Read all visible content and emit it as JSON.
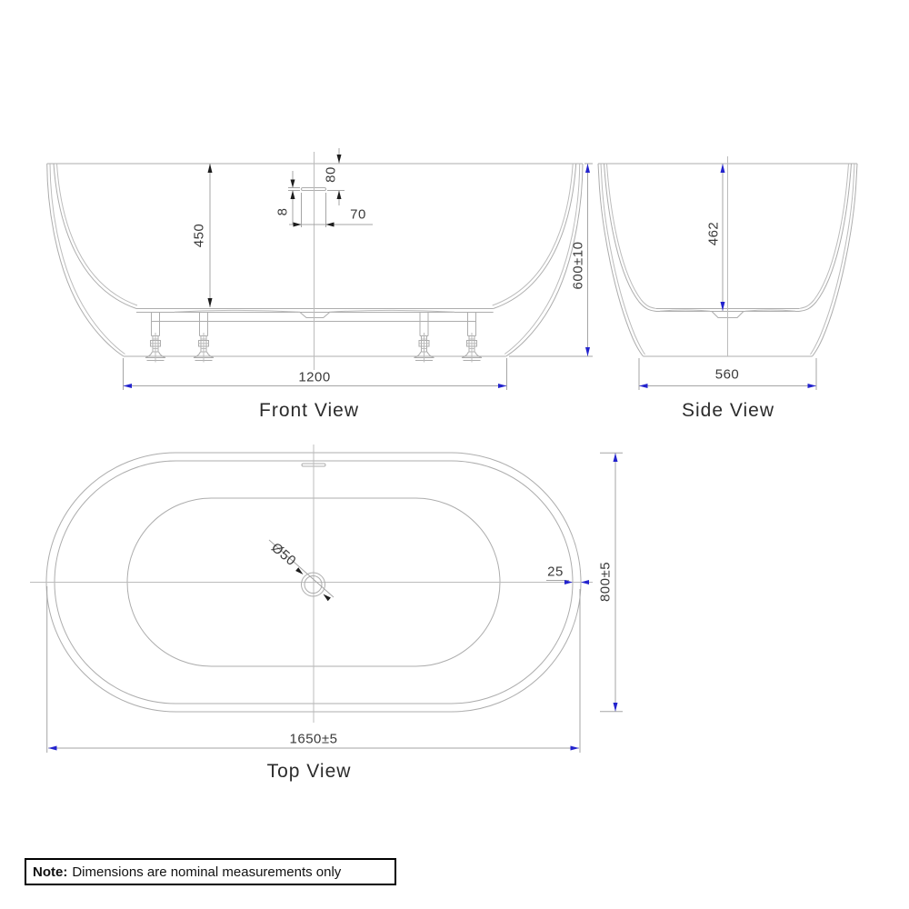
{
  "front": {
    "label": "Front View",
    "dim_interior_depth": "450",
    "dim_overflow_drop": "80",
    "dim_overflow_slot_height": "8",
    "dim_overflow_width": "70",
    "dim_base_width": "1200",
    "dim_total_height": "600±10"
  },
  "side": {
    "label": "Side View",
    "dim_interior_depth": "462",
    "dim_base_width": "560"
  },
  "top": {
    "label": "Top View",
    "dim_length": "1650±5",
    "dim_width": "800±5",
    "dim_rim_width": "25",
    "dim_drain_diameter": "Ø50"
  },
  "note": {
    "prefix": "Note:",
    "body": "Dimensions are nominal measurements only"
  },
  "colors": {
    "line": "#adadad",
    "arrow_black": "#1d1d1d",
    "arrow_blue": "#2323cd",
    "text": "#3a3a3a"
  }
}
